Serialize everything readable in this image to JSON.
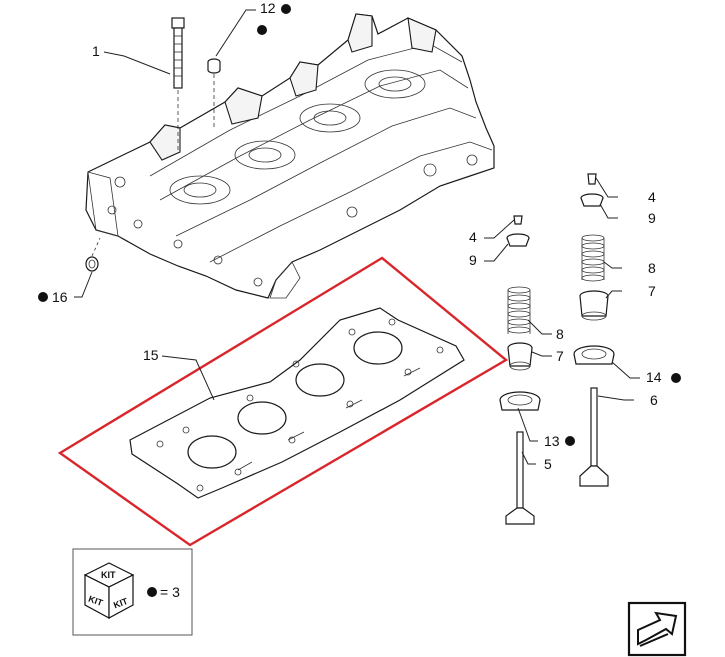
{
  "callouts": [
    {
      "id": "c1",
      "number": "1",
      "dot": false
    },
    {
      "id": "c12",
      "number": "12",
      "dot": true
    },
    {
      "id": "c16",
      "number": "16",
      "dot": true
    },
    {
      "id": "c15",
      "number": "15",
      "dot": false
    },
    {
      "id": "c4a",
      "number": "4",
      "dot": false
    },
    {
      "id": "c9a",
      "number": "9",
      "dot": false
    },
    {
      "id": "c8a",
      "number": "8",
      "dot": false
    },
    {
      "id": "c7a",
      "number": "7",
      "dot": false
    },
    {
      "id": "c4b",
      "number": "4",
      "dot": false
    },
    {
      "id": "c9b",
      "number": "9",
      "dot": false
    },
    {
      "id": "c8b",
      "number": "8",
      "dot": false
    },
    {
      "id": "c7b",
      "number": "7",
      "dot": false
    },
    {
      "id": "c14",
      "number": "14",
      "dot": true
    },
    {
      "id": "c6",
      "number": "6",
      "dot": false
    },
    {
      "id": "c13",
      "number": "13",
      "dot": true
    },
    {
      "id": "c5",
      "number": "5",
      "dot": false
    }
  ],
  "kit_box": {
    "kit_word": "KIT",
    "legend_value": "= 3"
  },
  "colors": {
    "highlight": "#d9262b",
    "line": "#1a1a1a"
  },
  "icons": {
    "kit_box": "kit-cube-icon",
    "nav": "next-page-arrow-icon",
    "dot": "filled-dot-icon"
  }
}
